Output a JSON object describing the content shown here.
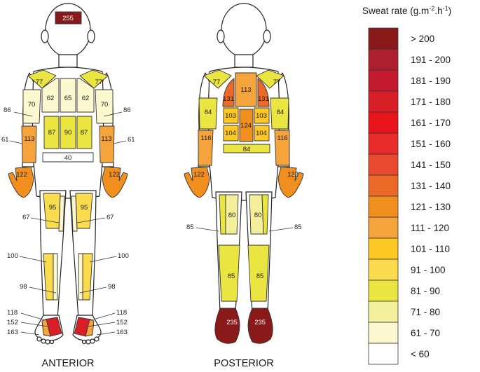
{
  "legend": {
    "title_main": "Sweat rate (g.m",
    "title_sup1": "-2",
    "title_mid": ".h",
    "title_sup2": "-1",
    "title_end": ")",
    "entries": [
      {
        "label": "> 200",
        "color": "#8a1a1a"
      },
      {
        "label": "191 - 200",
        "color": "#ad1f2e"
      },
      {
        "label": "181 - 190",
        "color": "#c41a30"
      },
      {
        "label": "171 - 180",
        "color": "#d81f26"
      },
      {
        "label": "161 - 170",
        "color": "#e8141b"
      },
      {
        "label": "151 - 160",
        "color": "#e92b2b"
      },
      {
        "label": "141 - 150",
        "color": "#e9492e"
      },
      {
        "label": "131 - 140",
        "color": "#ec6a28"
      },
      {
        "label": "121 - 130",
        "color": "#f08e1e"
      },
      {
        "label": "111 - 120",
        "color": "#f5a33b"
      },
      {
        "label": "101 - 110",
        "color": "#fdc823"
      },
      {
        "label": "91 - 100",
        "color": "#fbdc4f"
      },
      {
        "label": "81 - 90",
        "color": "#ebe541"
      },
      {
        "label": "71 - 80",
        "color": "#f3ef9a"
      },
      {
        "label": "61 - 70",
        "color": "#fbf7cf"
      },
      {
        "label": "< 60",
        "color": "#ffffff"
      }
    ]
  },
  "anterior": {
    "title": "ANTERIOR",
    "forehead": "255",
    "shoulder_l": "77",
    "shoulder_r": "77",
    "upper_arm_l": "70",
    "upper_arm_r": "70",
    "chest_l": "62",
    "chest_c": "65",
    "chest_r": "62",
    "abdomen_l": "87",
    "abdomen_c": "90",
    "abdomen_r": "87",
    "forearm_l": "113",
    "forearm_r": "113",
    "lower_abdomen": "40",
    "hand_l": "122",
    "hand_r": "122",
    "thigh_l": "95",
    "thigh_r": "95",
    "side_86_l": "86",
    "side_86_r": "86",
    "side_61_l": "61",
    "side_61_r": "61",
    "side_67_l": "67",
    "side_67_r": "67",
    "side_100_l": "100",
    "side_100_r": "100",
    "side_98_l": "98",
    "side_98_r": "98",
    "side_118_l": "118",
    "side_118_r": "118",
    "side_152_l": "152",
    "side_152_r": "152",
    "side_163_l": "163",
    "side_163_r": "163"
  },
  "posterior": {
    "title": "POSTERIOR",
    "shoulder_l": "77",
    "shoulder_r": "77",
    "upper_arm_l": "84",
    "upper_arm_r": "84",
    "upper_back": "113",
    "scapula_l": "131",
    "scapula_r": "131",
    "mid_back_l1": "103",
    "mid_back_r1": "103",
    "spine": "124",
    "mid_back_l2": "104",
    "mid_back_r2": "104",
    "lower_back": "84",
    "forearm_l": "116",
    "forearm_r": "116",
    "hand_l": "122",
    "hand_r": "122",
    "thigh_l": "80",
    "thigh_r": "80",
    "side_85_l": "85",
    "side_85_r": "85",
    "calf_l": "85",
    "calf_r": "85",
    "sole_l": "235",
    "sole_r": "235"
  }
}
